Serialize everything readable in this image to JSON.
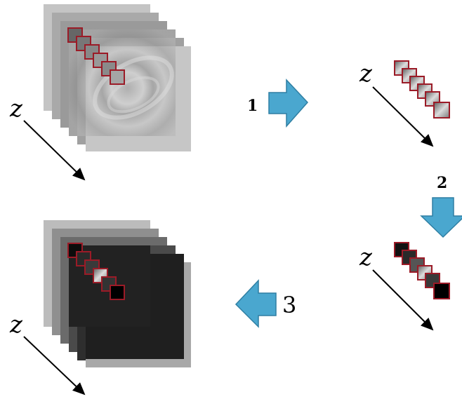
{
  "axis_label": "z",
  "steps": [
    {
      "label": "1"
    },
    {
      "label": "2"
    },
    {
      "label": "3"
    }
  ],
  "colors": {
    "arrow_fill": "#4aa7cf",
    "arrow_stroke": "#2f7fa3",
    "patch_border": "#9b1b27"
  }
}
